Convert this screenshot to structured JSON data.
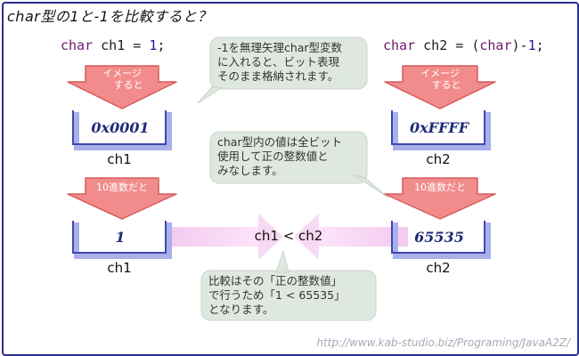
{
  "title": "char型の1と-1を比較すると？",
  "left": {
    "code_kw": "char",
    "code_var": " ch1 = ",
    "code_num": "1",
    "code_end": ";",
    "arrow1_line1": "イメージ",
    "arrow1_line2": "すると",
    "hex_value": "0x0001",
    "var1": "ch1",
    "arrow2_label": "10進数だと",
    "dec_value": "1",
    "var2": "ch1"
  },
  "right": {
    "code_kw1": "char",
    "code_mid": " ch2 = (",
    "code_kw2": "char",
    "code_mid2": ")-",
    "code_num": "1",
    "code_end": ";",
    "arrow1_line1": "イメージ",
    "arrow1_line2": "すると",
    "hex_value": "0xFFFF",
    "var1": "ch2",
    "arrow2_label": "10進数だと",
    "dec_value": "65535",
    "var2": "ch2"
  },
  "notes": {
    "note1": "-1を無理矢理char型変数\nに入れると、ビット表現\nそのまま格納されます。",
    "note2": "char型内の値は全ビット\n使用して正の整数値と\nみなします。",
    "note3": "比較はその「正の整数値」\nで行うため「1 < 65535」\nとなります。"
  },
  "comparison": "ch1 < ch2",
  "url": "http://www.kab-studio.biz/Programing/JavaA2Z/",
  "colors": {
    "frame": "#2a2f8f",
    "arrow_fill": "#f28c8c",
    "arrow_stroke": "#d85a5a",
    "box_stroke": "#3f48b0",
    "box_shadow": "#a9b1ea",
    "note_fill": "#dfe8df",
    "value_text": "#1f2a78"
  }
}
